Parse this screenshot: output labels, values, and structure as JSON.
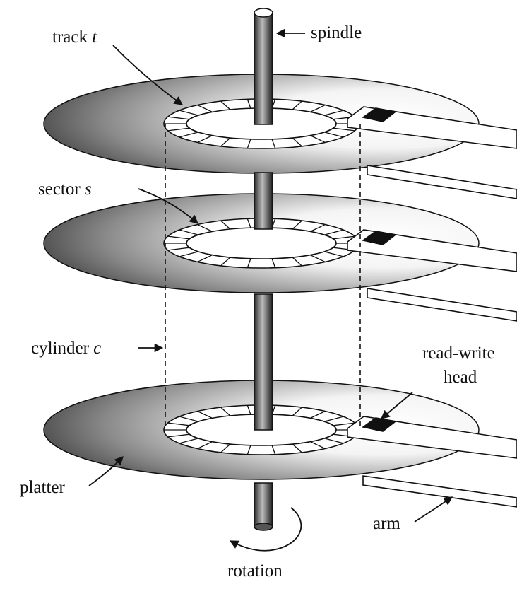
{
  "labels": {
    "track": {
      "text": "track ",
      "var": "t"
    },
    "spindle": {
      "text": "spindle"
    },
    "sector": {
      "text": "sector ",
      "var": "s"
    },
    "cylinder": {
      "text": "cylinder ",
      "var": "c"
    },
    "read_write_head": {
      "line1": "read-write",
      "line2": "head"
    },
    "platter": {
      "text": "platter"
    },
    "arm": {
      "text": "arm"
    },
    "rotation": {
      "text": "rotation"
    }
  },
  "platters": [
    {
      "id": "top",
      "track_sectors": 22
    },
    {
      "id": "middle",
      "track_sectors": 22
    },
    {
      "id": "bottom",
      "track_sectors": 22
    }
  ],
  "colors": {
    "platter_dark": "#3c3c3c",
    "platter_light": "#ffffff",
    "spindle_dark": "#2a2a2a",
    "line": "#111111",
    "head": "#111111"
  }
}
